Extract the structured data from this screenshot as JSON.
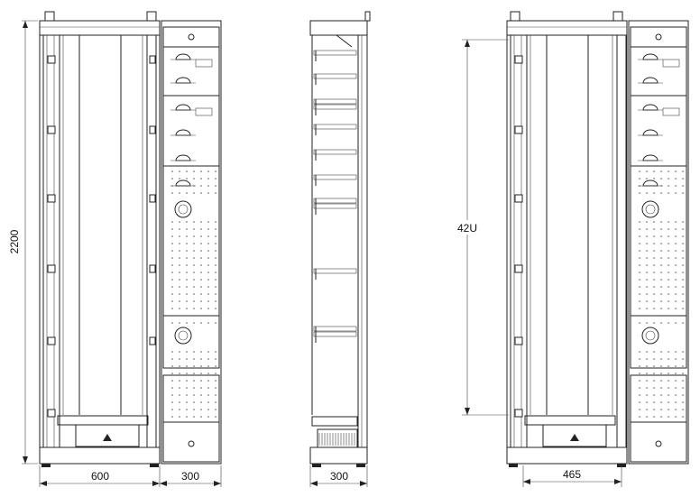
{
  "dimensions": {
    "front_height": "2200",
    "front_width": "600",
    "front_side_width": "300",
    "side_depth": "300",
    "right_units": "42U",
    "right_width": "465"
  },
  "colors": {
    "line": "#222222",
    "background": "#ffffff"
  }
}
